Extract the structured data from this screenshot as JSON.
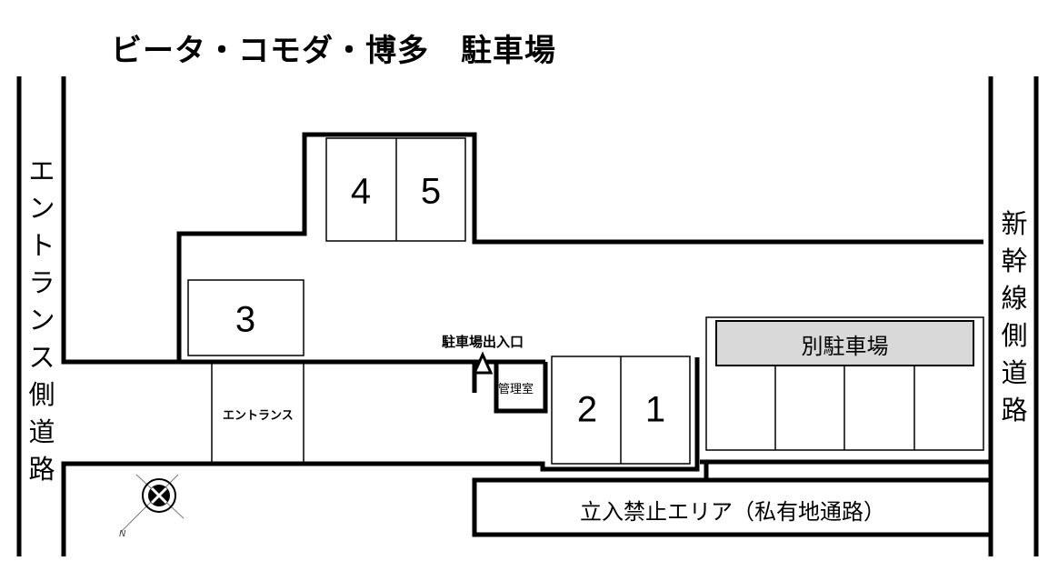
{
  "title": "ビータ・コモダ・博多　駐車場",
  "roads": {
    "left": "エントランス側道路",
    "right": "新幹線側道路"
  },
  "spaces": [
    "4",
    "5",
    "3",
    "2",
    "1"
  ],
  "labels": {
    "parking_entrance": "駐車場出入口",
    "management_room": "管理室",
    "entrance": "エントランス",
    "separate_parking": "別駐車場",
    "restricted_area": "立入禁止エリア（私有地通路）",
    "north": "N"
  }
}
